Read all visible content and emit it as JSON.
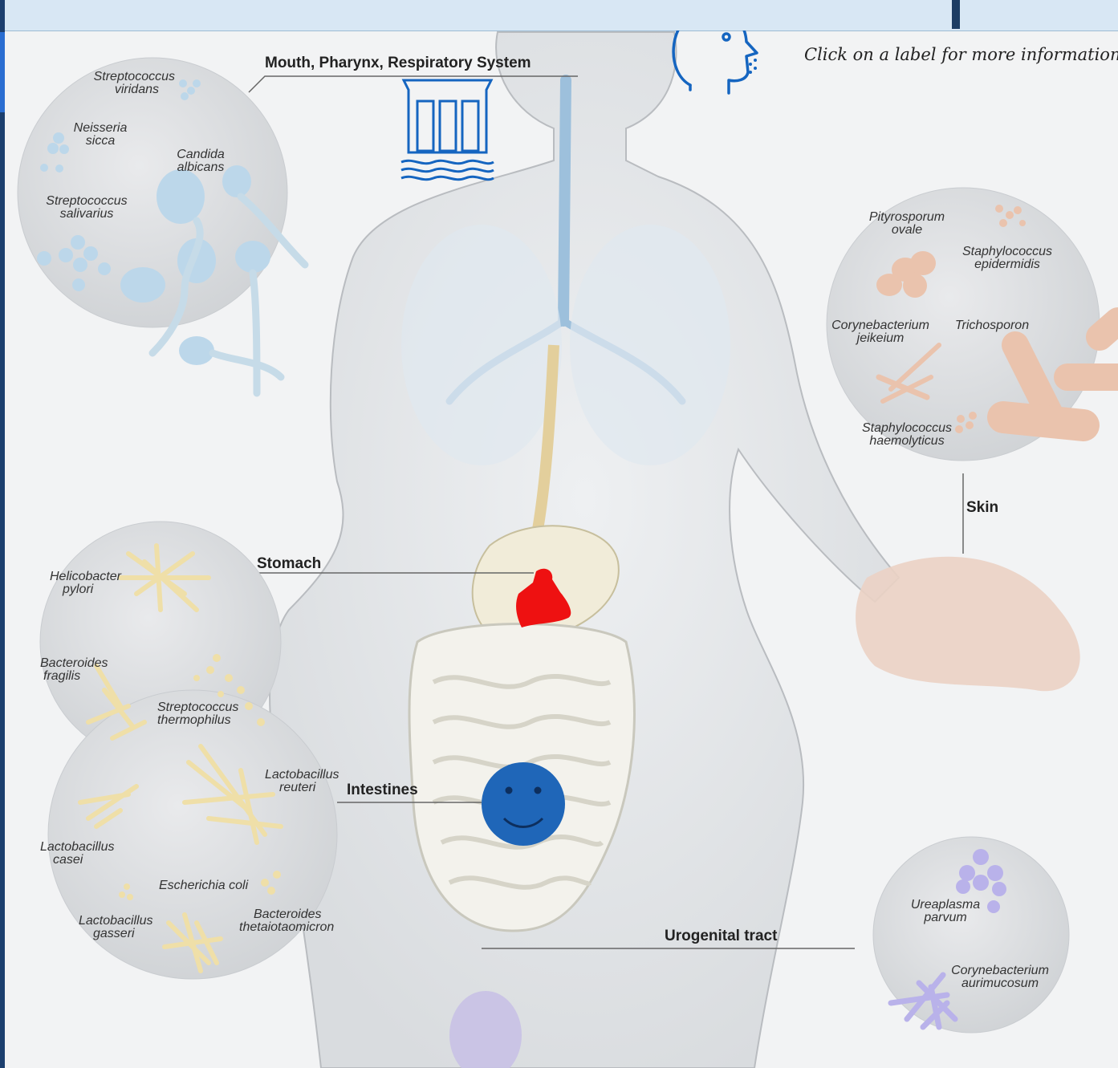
{
  "hint_text": "Click on a label for more information",
  "regions": {
    "mouth": "Mouth, Pharynx, Respiratory System",
    "stomach": "Stomach",
    "intestines": "Intestines",
    "skin": "Skin",
    "urogenital": "Urogenital tract"
  },
  "species": {
    "mouth": [
      "Streptococcus",
      "viridans",
      "Neisseria",
      "sicca",
      "Candida",
      "albicans",
      "Streptococcus",
      "salivarius"
    ],
    "skin": [
      "Pityrosporum",
      "ovale",
      "Staphylococcus",
      "epidermidis",
      "Corynebacterium",
      "jeikeium",
      "Trichosporon",
      "Staphylococcus",
      "haemolyticus"
    ],
    "gut": [
      "Helicobacter",
      "pylori",
      "Bacteroides",
      "fragilis",
      "Streptococcus",
      "thermophilus",
      "Lactobacillus",
      "reuteri",
      "Lactobacillus",
      "casei",
      "Escherichia coli",
      "Lactobacillus",
      "gasseri",
      "Bacteroides",
      "thetaiotaomicron"
    ],
    "urogenital": [
      "Ureaplasma",
      "parvum",
      "Corynebacterium",
      "aurimucosum"
    ]
  },
  "icons": {
    "head": "head-exhale-icon",
    "building": "building-waves-icon",
    "arm": "flexed-arm-icon",
    "smile": "smiley-face-icon"
  },
  "colors": {
    "icon_blue": "#1565c0",
    "smiley_blue": "#1f66b8",
    "arm_red": "#ee1111",
    "mouth_bacteria": "#bcd7ea",
    "skin_bacteria": "#eac3ad",
    "gut_bacteria": "#efdfa8",
    "uro_bacteria": "#b9b2ea"
  }
}
